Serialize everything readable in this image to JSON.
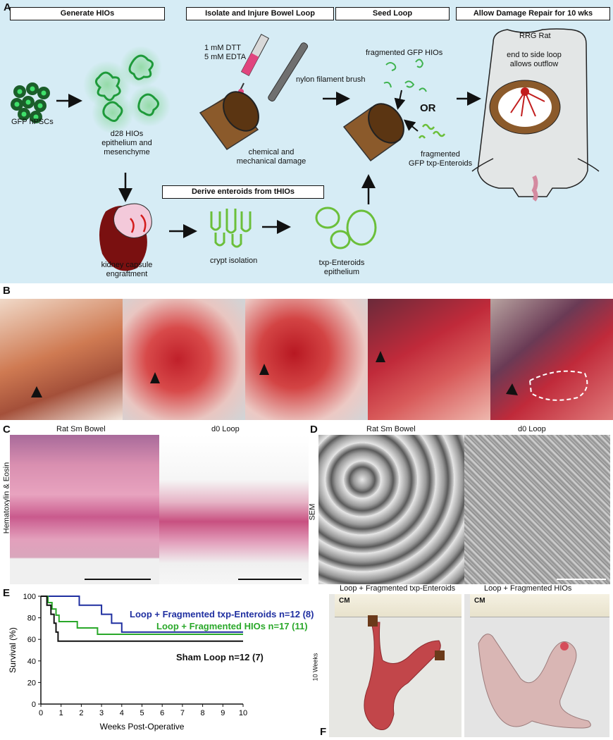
{
  "panelA": {
    "letter": "A",
    "headers": [
      "Generate HIOs",
      "Isolate and Injure Bowel Loop",
      "Seed Loop",
      "Allow Damage Repair for 10 wks"
    ],
    "derive_header": "Derive enteroids from tHIOs",
    "labels": {
      "hpsc": "GFP hPSCs",
      "hio": "d28 HIOs\nepithelium and\nmesenchyme",
      "reagents": "1 mM DTT\n5 mM EDTA",
      "brush": "nylon filament brush",
      "damage": "chemical and\nmechanical damage",
      "frag_hio": "fragmented GFP HIOs",
      "or": "OR",
      "frag_txp": "fragmented\nGFP txp-Enteroids",
      "rat": "RRG Rat",
      "loop": "end to side loop\nallows outflow",
      "kidney": "kidney capsule\nengraftment",
      "crypt": "crypt isolation",
      "txp": "txp-Enteroids\nepithelium"
    }
  },
  "panelB": {
    "letter": "B"
  },
  "panelC": {
    "letter": "C",
    "titles": [
      "Rat Sm Bowel",
      "d0 Loop"
    ],
    "side": "Hematoxylin & Eosin"
  },
  "panelD": {
    "letter": "D",
    "titles": [
      "Rat Sm Bowel",
      "d0 Loop"
    ],
    "side": "SEM"
  },
  "panelE": {
    "letter": "E"
  },
  "panelF": {
    "letter": "F",
    "titles": [
      "Loop + Fragmented txp-Enteroids",
      "Loop + Fragmented HIOs"
    ],
    "side": "10 Weeks",
    "ruler": "CM"
  },
  "chart_data": {
    "type": "line",
    "xlabel": "Weeks Post-Operative",
    "ylabel": "Survival (%)",
    "xlim": [
      0,
      10
    ],
    "ylim": [
      0,
      100
    ],
    "xticks": [
      0,
      1,
      2,
      3,
      4,
      5,
      6,
      7,
      8,
      9,
      10
    ],
    "yticks": [
      0,
      20,
      40,
      60,
      80,
      100
    ],
    "series": [
      {
        "name": "Loop + Fragmented txp-Enteroids n=12 (8)",
        "color": "#1f2fa0",
        "steps": [
          [
            0,
            100
          ],
          [
            1.9,
            100
          ],
          [
            1.9,
            91.7
          ],
          [
            3.0,
            91.7
          ],
          [
            3.0,
            83.3
          ],
          [
            3.5,
            83.3
          ],
          [
            3.5,
            75
          ],
          [
            4.0,
            75
          ],
          [
            4.0,
            66.7
          ],
          [
            10,
            66.7
          ]
        ]
      },
      {
        "name": "Loop + Fragmented HIOs n=17 (11)",
        "color": "#2aa82a",
        "steps": [
          [
            0,
            100
          ],
          [
            0.35,
            100
          ],
          [
            0.35,
            94.1
          ],
          [
            0.55,
            94.1
          ],
          [
            0.55,
            88.2
          ],
          [
            0.75,
            88.2
          ],
          [
            0.75,
            82.4
          ],
          [
            0.9,
            82.4
          ],
          [
            0.9,
            76.5
          ],
          [
            1.8,
            76.5
          ],
          [
            1.8,
            70.6
          ],
          [
            2.8,
            70.6
          ],
          [
            2.8,
            64.7
          ],
          [
            10,
            64.7
          ]
        ]
      },
      {
        "name": "Sham Loop n=12 (7)",
        "color": "#111111",
        "steps": [
          [
            0,
            100
          ],
          [
            0.3,
            100
          ],
          [
            0.3,
            91.7
          ],
          [
            0.5,
            91.7
          ],
          [
            0.5,
            83.3
          ],
          [
            0.65,
            83.3
          ],
          [
            0.65,
            75
          ],
          [
            0.75,
            75
          ],
          [
            0.75,
            66.7
          ],
          [
            0.85,
            66.7
          ],
          [
            0.85,
            58.3
          ],
          [
            10,
            58.3
          ]
        ]
      }
    ]
  }
}
